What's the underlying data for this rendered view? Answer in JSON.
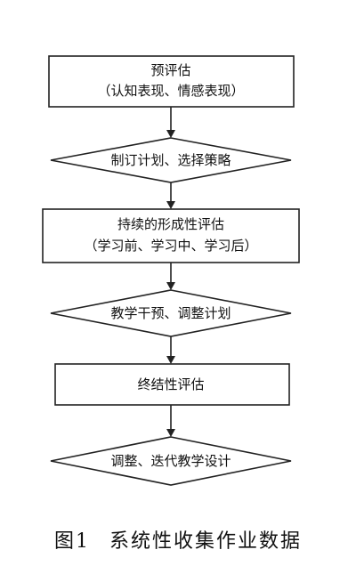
{
  "flowchart": {
    "nodes": [
      {
        "id": "pre-assessment",
        "shape": "rect",
        "lines": [
          "预评估",
          "（认知表现、情感表现）"
        ]
      },
      {
        "id": "plan-strategy",
        "shape": "diamond",
        "lines": [
          "制订计划、选择策略"
        ]
      },
      {
        "id": "formative-assessment",
        "shape": "rect",
        "lines": [
          "持续的形成性评估",
          "（学习前、学习中、学习后）"
        ]
      },
      {
        "id": "intervention",
        "shape": "diamond",
        "lines": [
          "教学干预、调整计划"
        ]
      },
      {
        "id": "summative-assessment",
        "shape": "rect",
        "lines": [
          "终结性评估"
        ]
      },
      {
        "id": "iterate-design",
        "shape": "diamond",
        "lines": [
          "调整、迭代教学设计"
        ]
      }
    ],
    "edges": [
      [
        "pre-assessment",
        "plan-strategy"
      ],
      [
        "plan-strategy",
        "formative-assessment"
      ],
      [
        "formative-assessment",
        "intervention"
      ],
      [
        "intervention",
        "summative-assessment"
      ],
      [
        "summative-assessment",
        "iterate-design"
      ]
    ]
  },
  "caption": {
    "figure_label": "图1",
    "title": "系统性收集作业数据"
  }
}
